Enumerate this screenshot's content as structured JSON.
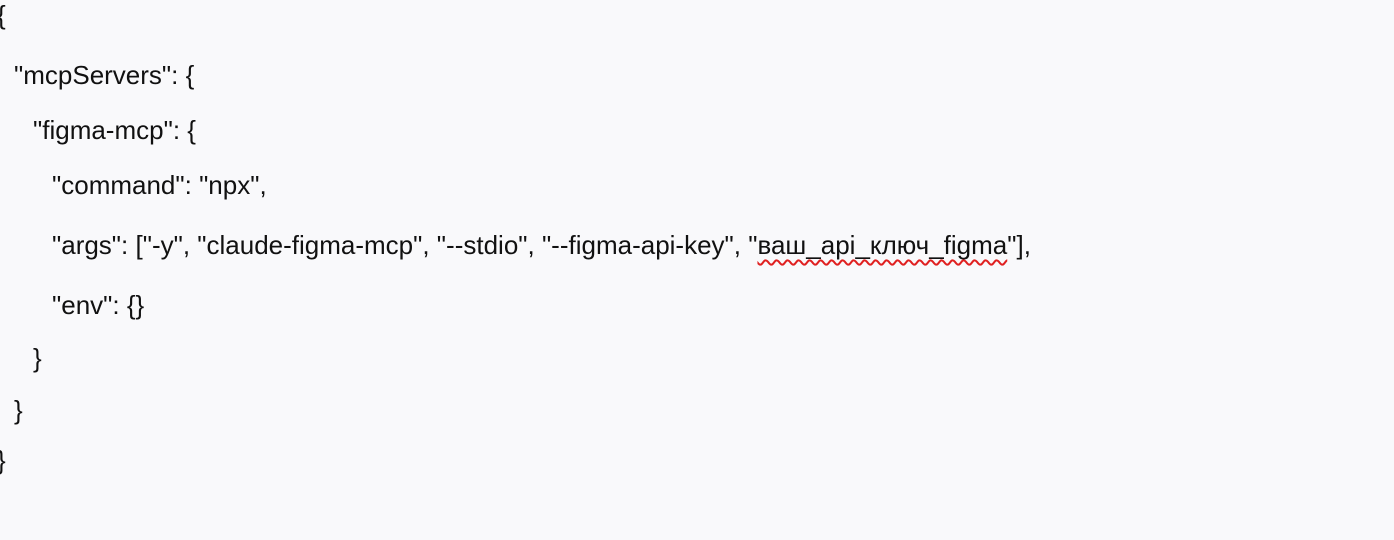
{
  "document": {
    "lines": [
      "{",
      "\"mcpServers\": {",
      "\"figma-mcp\": {",
      "\"command\": \"npx\",",
      "\"args\": [\"-y\", \"claude-figma-mcp\", \"--stdio\", \"--figma-api-key\", \"",
      "\"env\": {}",
      "}",
      "}",
      "}"
    ],
    "misspelled_value": "ваш_api_ключ_figma",
    "args_suffix": "\"],"
  },
  "colors": {
    "spellcheck_underline": "#e02020",
    "background": "#f9f9fb"
  }
}
